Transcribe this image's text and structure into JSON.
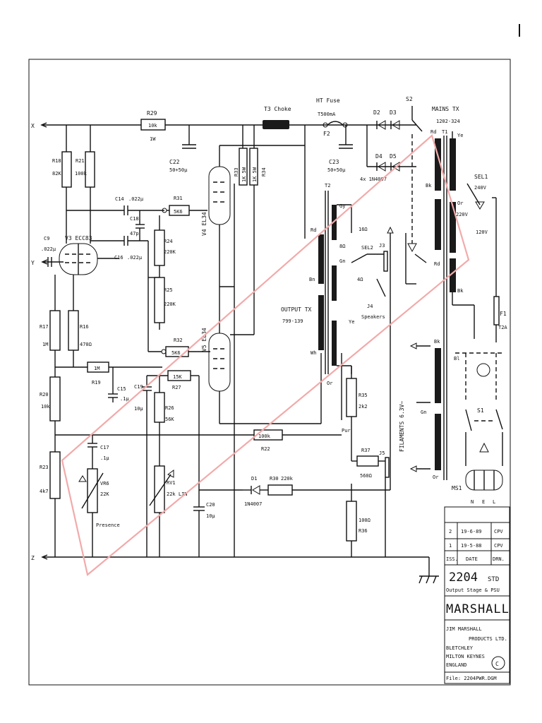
{
  "rails": {
    "x": "X",
    "y": "Y",
    "z": "Z"
  },
  "components": {
    "r29": {
      "ref": "R29",
      "value": "10k",
      "note": "1W"
    },
    "r18": {
      "ref": "R18",
      "value": "82K"
    },
    "r21": {
      "ref": "R21",
      "value": "100k"
    },
    "c9": {
      "ref": "C9",
      "value": ".022µ"
    },
    "v3": {
      "ref": "V3 ECC83"
    },
    "c14": {
      "ref": "C14",
      "value": ".022µ"
    },
    "c18": {
      "ref": "C18",
      "value": "47p"
    },
    "c16": {
      "ref": "C16",
      "value": ".022µ"
    },
    "r31": {
      "ref": "R31",
      "value": "5K6"
    },
    "r24": {
      "ref": "R24",
      "value": "220K"
    },
    "r25": {
      "ref": "R25",
      "value": "220K"
    },
    "r32": {
      "ref": "R32",
      "value": "5K6"
    },
    "v4": {
      "ref": "V4 EL34"
    },
    "v5": {
      "ref": "V5 EL34"
    },
    "r33": {
      "ref": "R33",
      "value": "1K 5W"
    },
    "r34": {
      "ref": "R34",
      "value": "1K 5W"
    },
    "c22": {
      "ref": "C22",
      "value": "50+50µ"
    },
    "t3": {
      "ref": "T3 Choke"
    },
    "f2": {
      "ref": "F2",
      "title": "HT Fuse",
      "value": "T500mA"
    },
    "c23": {
      "ref": "C23",
      "value": "50+50µ"
    },
    "diodes_top": {
      "d2": "D2",
      "d3": "D3",
      "d4": "D4",
      "d5": "D5",
      "note": "4x 1N4007"
    },
    "s2": {
      "ref": "S2"
    },
    "mains_tx": {
      "title": "MAINS TX",
      "part": "1202-324",
      "ref": "T1"
    },
    "sel1": {
      "ref": "SEL1",
      "v240": "240V",
      "v220": "220V",
      "v120": "120V"
    },
    "f1": {
      "ref": "F1",
      "value": "T2A"
    },
    "s1": {
      "ref": "S1"
    },
    "ms1": {
      "ref": "MS1",
      "n": "N",
      "e": "E",
      "l": "L"
    },
    "t2": {
      "ref": "T2",
      "title": "OUTPUT TX",
      "part": "799-139"
    },
    "taps": {
      "g16": "16Ω",
      "g8": "8Ω",
      "g4": "4Ω",
      "speakers": "Speakers",
      "sel2": "SEL2",
      "j3": "J3",
      "j4": "J4"
    },
    "r17": {
      "ref": "R17",
      "value": "1M"
    },
    "r16": {
      "ref": "R16",
      "value": "470Ω"
    },
    "r19": {
      "ref": "R19",
      "value": "1M"
    },
    "c15": {
      "ref": "C15",
      "value": ".1µ"
    },
    "c19": {
      "ref": "C19",
      "value": "10µ"
    },
    "r27": {
      "ref": "R27",
      "value": "15K"
    },
    "r26": {
      "ref": "R26",
      "value": "56K"
    },
    "r20": {
      "ref": "R20",
      "value": "10k"
    },
    "r22": {
      "ref": "R22",
      "value": "100k"
    },
    "c17": {
      "ref": "C17",
      "value": ".1µ"
    },
    "vr6": {
      "ref": "VR6",
      "value": "22K",
      "name": "Presence"
    },
    "rv1": {
      "ref": "RV1",
      "value": "22k LIN"
    },
    "c20": {
      "ref": "C20",
      "value": "10µ"
    },
    "r23": {
      "ref": "R23",
      "value": "4k7"
    },
    "d1": {
      "ref": "D1",
      "part": "1N4007"
    },
    "r30": {
      "ref": "R30",
      "value": "220k"
    },
    "r35": {
      "ref": "R35",
      "value": "2k2"
    },
    "r37": {
      "ref": "R37",
      "value": "560Ω"
    },
    "j5": {
      "ref": "J5"
    },
    "r36": {
      "ref": "R36",
      "value": "100Ω"
    },
    "filaments": "FILAMENTS 6.3V~",
    "wire_colors": {
      "rd": "Rd",
      "bk": "Bk",
      "ye": "Ye",
      "or": "Or",
      "gn": "Gn",
      "bn": "Bn",
      "wh": "Wh",
      "gy": "Gy",
      "bl": "Bl",
      "pur": "Pur"
    },
    "gn_tap": "Gn"
  },
  "title_block": {
    "revisions": [
      {
        "iss": "2",
        "date": "19-6-89",
        "drn": "CPV"
      },
      {
        "iss": "1",
        "date": "19-5-88",
        "drn": "CPV"
      }
    ],
    "headers": {
      "iss": "ISS.",
      "date": "DATE",
      "drn": "DRN."
    },
    "model": "2204",
    "variant": "STD",
    "subtitle": "Output Stage & PSU",
    "brand": "MARSHALL",
    "company": [
      "JIM MARSHALL",
      "PRODUCTS LTD."
    ],
    "address": [
      "BLETCHLEY",
      "MILTON KEYNES",
      "ENGLAND"
    ],
    "copyright": "C",
    "file": "File: 2204PWR.DGM"
  }
}
